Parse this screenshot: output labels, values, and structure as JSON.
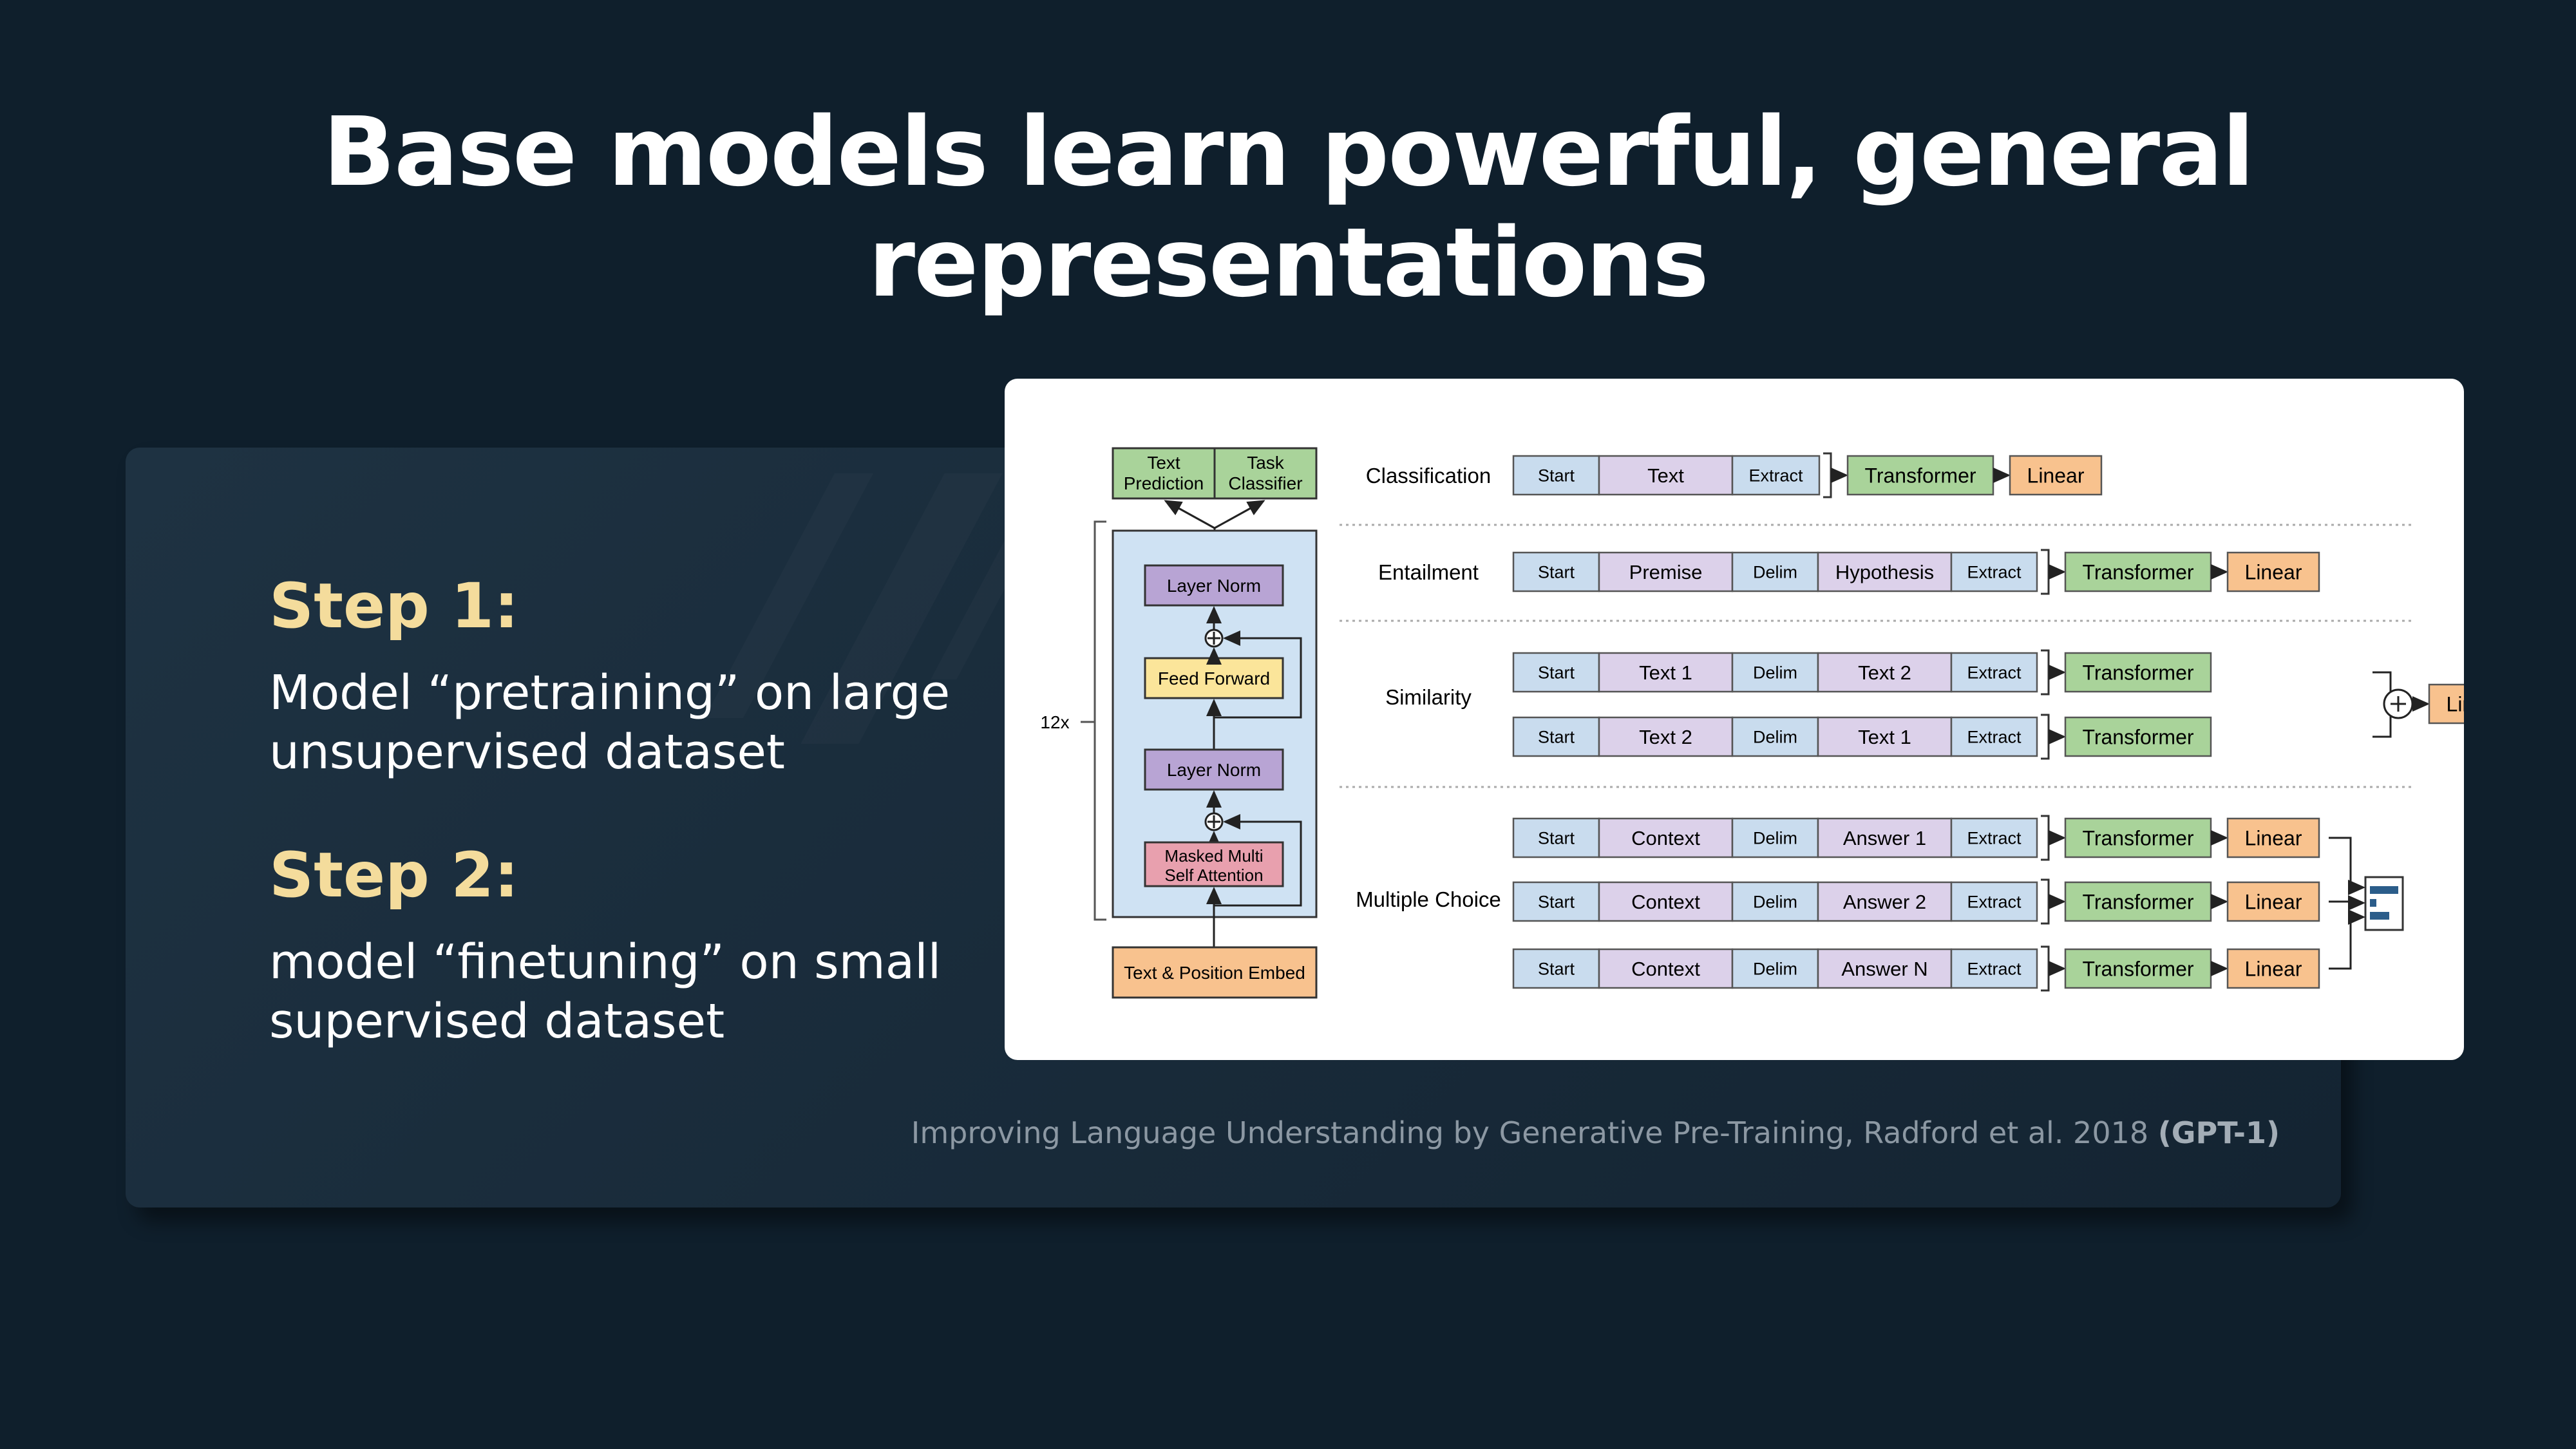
{
  "slide": {
    "title": "Base models learn powerful, general representations"
  },
  "steps": [
    {
      "heading": "Step 1:",
      "body": "Model “pretraining” on large unsupervised dataset"
    },
    {
      "heading": "Step 2:",
      "body": "model “finetuning” on small supervised dataset"
    }
  ],
  "citation": {
    "text": "Improving Language Understanding by Generative Pre-Training, Radford et al. 2018",
    "tag": "(GPT-1)"
  },
  "figure": {
    "architecture": {
      "output_text_prediction": [
        "Text",
        "Prediction"
      ],
      "output_task_classifier": [
        "Task",
        "Classifier"
      ],
      "layer_norm_top": "Layer Norm",
      "feed_forward": "Feed Forward",
      "layer_norm_bottom": "Layer Norm",
      "attention": [
        "Masked Multi",
        "Self Attention"
      ],
      "embed": "Text & Position Embed",
      "repeat_label": "12x"
    },
    "tasks": {
      "classification": {
        "label": "Classification",
        "tokens": [
          "Start",
          "Text",
          "Extract"
        ],
        "transformer": "Transformer",
        "linear": "Linear"
      },
      "entailment": {
        "label": "Entailment",
        "tokens": [
          "Start",
          "Premise",
          "Delim",
          "Hypothesis",
          "Extract"
        ],
        "transformer": "Transformer",
        "linear": "Linear"
      },
      "similarity": {
        "label": "Similarity",
        "rows": [
          [
            "Start",
            "Text 1",
            "Delim",
            "Text 2",
            "Extract"
          ],
          [
            "Start",
            "Text 2",
            "Delim",
            "Text 1",
            "Extract"
          ]
        ],
        "transformer": "Transformer",
        "linear": "Linear"
      },
      "multiple_choice": {
        "label": "Multiple Choice",
        "rows": [
          [
            "Start",
            "Context",
            "Delim",
            "Answer 1",
            "Extract"
          ],
          [
            "Start",
            "Context",
            "Delim",
            "Answer 2",
            "Extract"
          ],
          [
            "Start",
            "Context",
            "Delim",
            "Answer N",
            "Extract"
          ]
        ],
        "transformer": "Transformer",
        "linear": "Linear"
      }
    },
    "colors": {
      "token_blue": "#c9dcee",
      "token_purple": "#dcd1ea",
      "transformer_green": "#a9d39a",
      "linear_orange": "#f8c28e",
      "layer_norm_purple": "#b8a4d4",
      "feed_forward_yellow": "#fbe59a",
      "attention_pink": "#e8a0ae",
      "block_blue": "#cfe2f3"
    }
  }
}
